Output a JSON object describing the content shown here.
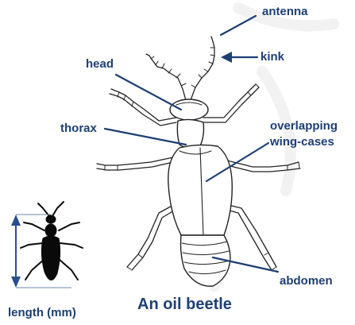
{
  "labels": {
    "antenna": "antenna",
    "kink": "kink",
    "head": "head",
    "thorax": "thorax",
    "wing_cases_line1": "overlapping",
    "wing_cases_line2": "wing-cases",
    "abdomen": "abdomen",
    "length": "length (mm)"
  },
  "title": "An oil beetle",
  "colors": {
    "label_text": "#1d3f73",
    "leader_line": "#1d3f73",
    "outline": "#222222",
    "silhouette": "#0a0a0a",
    "measure_arrow": "#2a4f8f"
  }
}
